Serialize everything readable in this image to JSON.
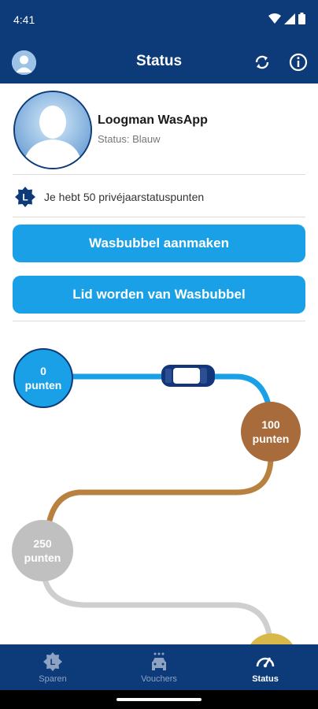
{
  "status_bar": {
    "time": "4:41"
  },
  "app_bar": {
    "title": "Status"
  },
  "profile": {
    "name": "Loogman WasApp",
    "status": "Status: Blauw"
  },
  "points": {
    "badge_letter": "L",
    "text": "Je hebt 50 privéjaarstatuspunten"
  },
  "actions": {
    "create_bubble": "Wasbubbel aanmaken",
    "join_bubble": "Lid worden van Wasbubbel"
  },
  "roadmap": {
    "levels": [
      {
        "line1": "0",
        "line2": "punten",
        "color": "#1aa0e6"
      },
      {
        "line1": "100",
        "line2": "punten",
        "color": "#a86b3c"
      },
      {
        "line1": "250",
        "line2": "punten",
        "color": "#c0c0c0"
      },
      {
        "line1": "",
        "line2": "",
        "color": "#d8b84a"
      }
    ],
    "path_colors": {
      "blue": "#1aa0e6",
      "bronze": "#b8813f",
      "silver": "#cfcfcf"
    }
  },
  "bottom_nav": {
    "items": [
      {
        "label": "Sparen",
        "icon": "savings-icon",
        "active": false
      },
      {
        "label": "Vouchers",
        "icon": "car-wash-icon",
        "active": false
      },
      {
        "label": "Status",
        "icon": "speedometer-icon",
        "active": true
      }
    ]
  },
  "colors": {
    "primary": "#0d3b7a",
    "accent": "#1aa0e6"
  }
}
